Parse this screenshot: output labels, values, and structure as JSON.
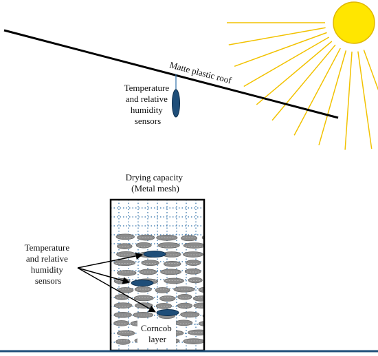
{
  "roof_label": "Matte plastic roof",
  "top_sensor_label": [
    "Temperature",
    "and relative",
    "humidity",
    "sensors"
  ],
  "dryer_title": [
    "Drying capacity",
    "(Metal mesh)"
  ],
  "left_sensor_label": [
    "Temperature",
    "and relative",
    "humidity",
    "sensors"
  ],
  "corncob_label": [
    "Corncob",
    "layer"
  ],
  "colors": {
    "sun": "#FFE600",
    "sun_rays": "#F2C200",
    "roof": "#000000",
    "sensor": "#1F4E79",
    "mesh": "#2E6FA8",
    "ground": "#1F4E79",
    "corncob": "#8C8C8C"
  },
  "icons": [
    "sun-icon",
    "sensor-icon",
    "corncob-icon",
    "arrow-icon"
  ]
}
